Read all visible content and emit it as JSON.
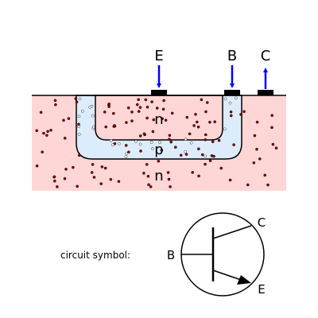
{
  "terminals": {
    "emitter": "E",
    "base": "B",
    "collector": "C"
  },
  "regions": {
    "emitter_region": "n",
    "base_region": "p",
    "collector_region": "n"
  },
  "symbol": {
    "caption": "circuit symbol:",
    "base": "B",
    "collector": "C",
    "emitter": "E"
  },
  "colors": {
    "substrate": "#ffd6d6",
    "base_layer": "#dcecfb",
    "arrow": "#0000ff",
    "electron": "#8b0000",
    "hole": "#ffffff",
    "outline": "#000000"
  }
}
